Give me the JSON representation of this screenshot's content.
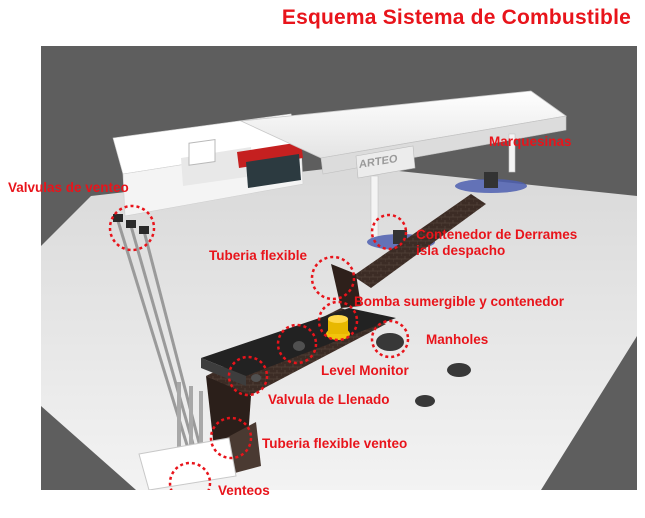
{
  "title": "Esquema Sistema de Combustible",
  "brand_text": "ARTEO",
  "labels": {
    "marquesinas": "Marquesinas",
    "valvulas_venteo": "Valvulas de venteo",
    "contenedor_derrames": "Contenedor de Derrames",
    "isla_despacho": "isla despacho",
    "tuberia_flexible": "Tuberia flexible",
    "bomba_sumergible": "Bomba sumergible y contenedor",
    "manholes": "Manholes",
    "level_monitor": "Level Monitor",
    "valvula_llenado": "Valvula de Llenado",
    "tuberia_flexible_venteo": "Tuberia flexible venteo",
    "venteos": "Venteos"
  },
  "colors": {
    "label_red": "#e8141b",
    "callout_red": "#e8141b",
    "scene_bg": "#5e5e5e",
    "ground": "#ededed",
    "trench": "#3a2a24",
    "pump_yellow": "#f2c40c"
  }
}
